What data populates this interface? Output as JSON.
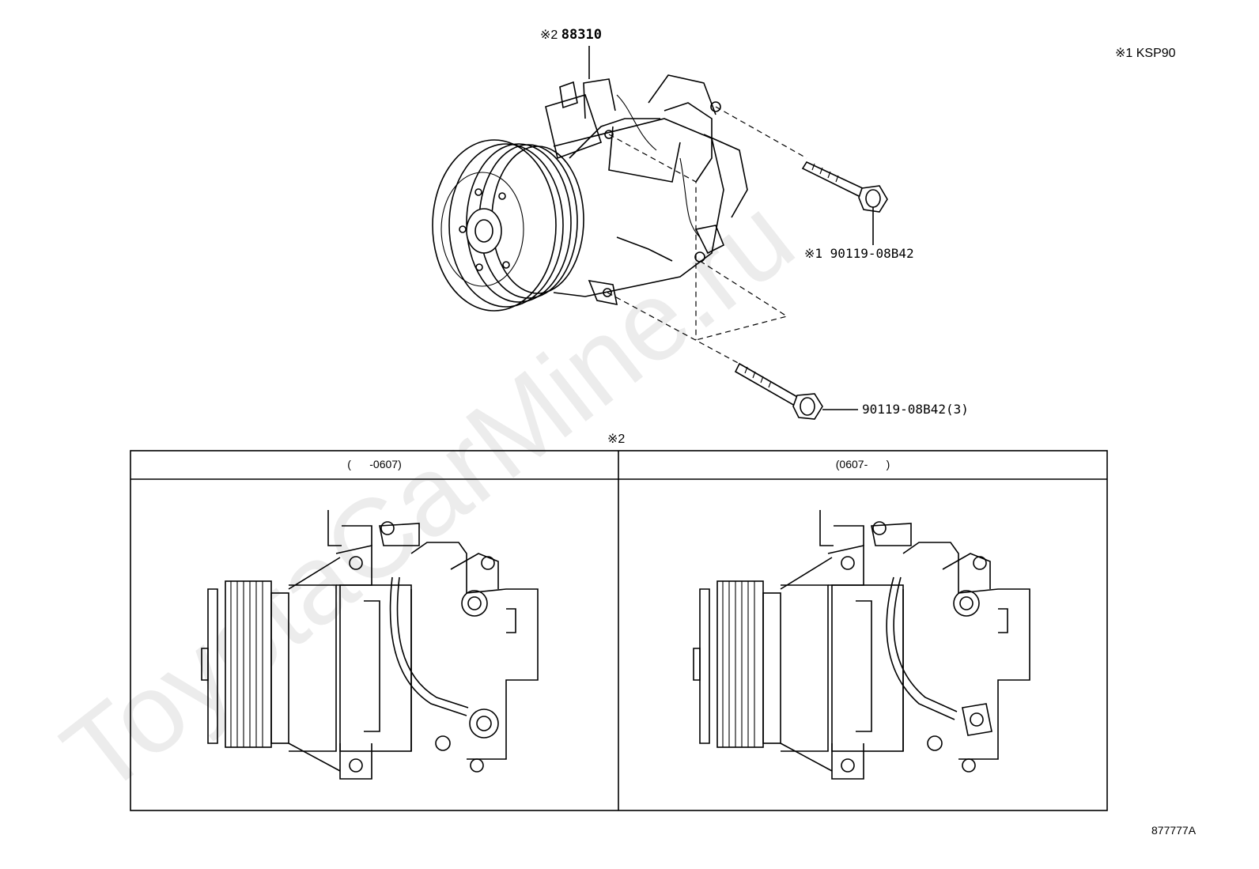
{
  "watermark": "ToyotaCarMine.ru",
  "notes": {
    "ksp90": "※1 KSP90",
    "diagram_id": "877777A",
    "note2_mark": "※2"
  },
  "parts": {
    "compressor": {
      "mark": "※2",
      "number": "88310"
    },
    "bolt_upper": {
      "label": "※1 90119-08B42"
    },
    "bolt_lower": {
      "label": "90119-08B42(3)"
    }
  },
  "variants": {
    "left": {
      "range": "(      -0607)"
    },
    "right": {
      "range": "(0607-      )"
    }
  }
}
